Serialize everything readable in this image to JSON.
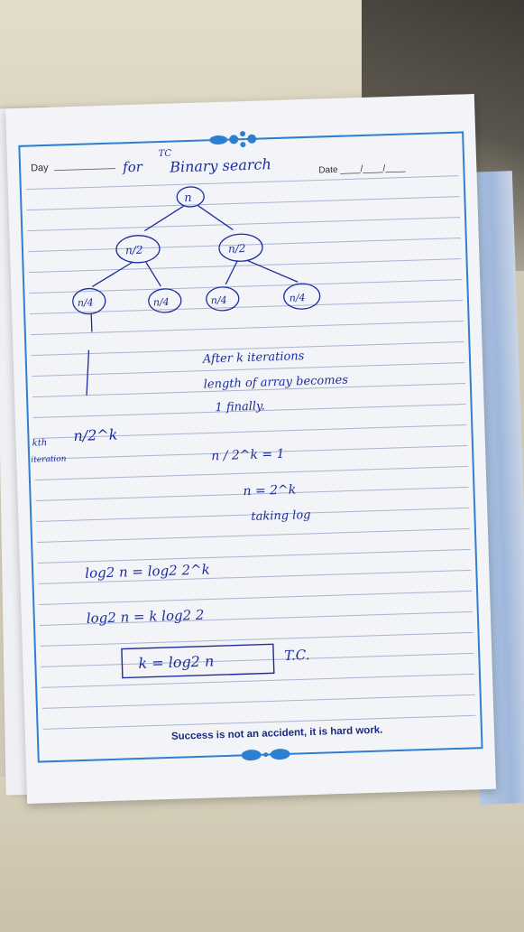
{
  "header": {
    "day_label": "Day",
    "date_label": "Date ____/____/____"
  },
  "note": {
    "title_prefix": "for",
    "title_superscript": "TC",
    "title_main": "Binary search",
    "tree": {
      "root": "n",
      "level1": [
        "n/2",
        "n/2"
      ],
      "level2": [
        "n/4",
        "n/4",
        "n/4",
        "n/4"
      ]
    },
    "kth_label": "kth",
    "kth_label_2": "iteration",
    "kth_value": "n/2^k",
    "explanation": [
      "After k iterations",
      "length of array becomes",
      "1 finally."
    ],
    "eq1": "n / 2^k = 1",
    "eq2": "n = 2^k",
    "eq3": "taking log",
    "eq4": "log2 n = log2 2^k",
    "eq5": "log2 n = k log2 2",
    "result": "k = log2 n",
    "result_suffix": "T.C."
  },
  "footer": {
    "motto": "Success is not an accident, it is hard work."
  },
  "colors": {
    "ink": "#1b2d9e",
    "rule": "#9aa8cc",
    "border": "#2f7fd0"
  }
}
